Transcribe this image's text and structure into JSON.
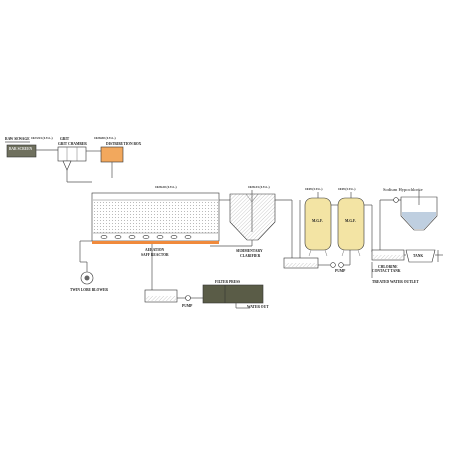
{
  "labels": {
    "raw_sewage": "RAW SEWAGE",
    "raw_sewage_level": "1023.93 (I.V.L.)",
    "bar_screen": "BAR SCREEN",
    "grit_chamber_level": "1023.93 (I.V.L.)",
    "grit_chamber": "GRIT CHAMBER",
    "distribution_box_level": "1028.80 (I.V.L.)",
    "distribution_box": "DISTRIBUTION BOX",
    "reactor_level": "1028.20 (I.V.L.)",
    "aeration_reactor_line1": "AERATION",
    "aeration_reactor_line2": "SAFF REACTOR",
    "clarifier_level": "1028.33 (I.V.L.)",
    "clarifier_line1": "SEDIMENTARY",
    "clarifier_line2": "CLARIFIER",
    "mgf_level": "1049 (I.V.L.)",
    "acf_level": "1049 (I.V.L.)",
    "mgf": "M.G.F.",
    "acf": "M.G.F.",
    "pump_center": "PUMP",
    "chlorine_tank_line1": "CHLORINE",
    "chlorine_tank_line2": "CONTACT TANK",
    "hypochlorite": "Sodium Hypochlorite",
    "tank_small": "TANK",
    "treated_outlet": "TREATED WATER OUTLET",
    "blower": "TWIN LOBE BLOWER",
    "filter_press": "FILTER PRESS",
    "pump_bottom": "PUMP",
    "water_out": "WATER OUT"
  },
  "colors": {
    "bar_screen": "#6f705e",
    "distribution_box": "#f2a85d",
    "reactor_stripe": "#f08a3c",
    "filter_vessel": "#f3e4a4",
    "filter_press": "#5a5c47",
    "media_fill": "#d9d9d9",
    "water": "#bfcfe0"
  }
}
